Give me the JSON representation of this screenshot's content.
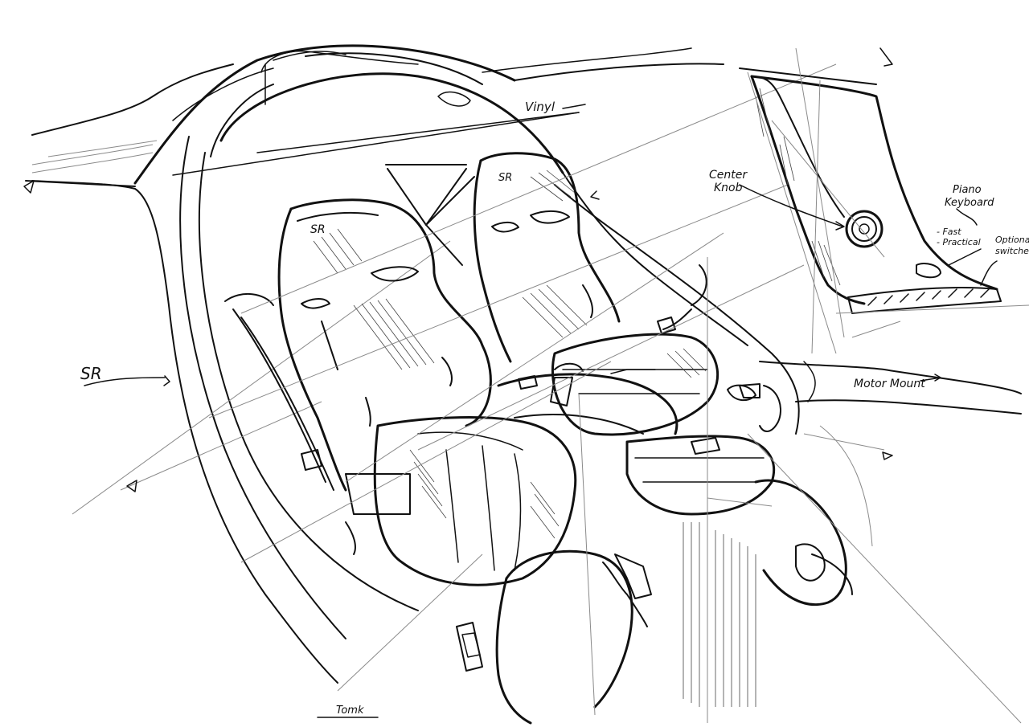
{
  "annotations": {
    "sr": "SR",
    "center_knob_line1": "Center",
    "center_knob_line2": "Knob",
    "piano_line1": "Piano",
    "piano_line2": "Keyboard",
    "fast": "- Fast",
    "practical": "- Practical",
    "optional_line1": "Optional",
    "optional_line2": "switches",
    "motor_mount": "Motor Mount",
    "top_scribble": "Vinyl",
    "signature": "Tomk"
  },
  "seat_logo_left": "SR",
  "seat_logo_right": "SR"
}
